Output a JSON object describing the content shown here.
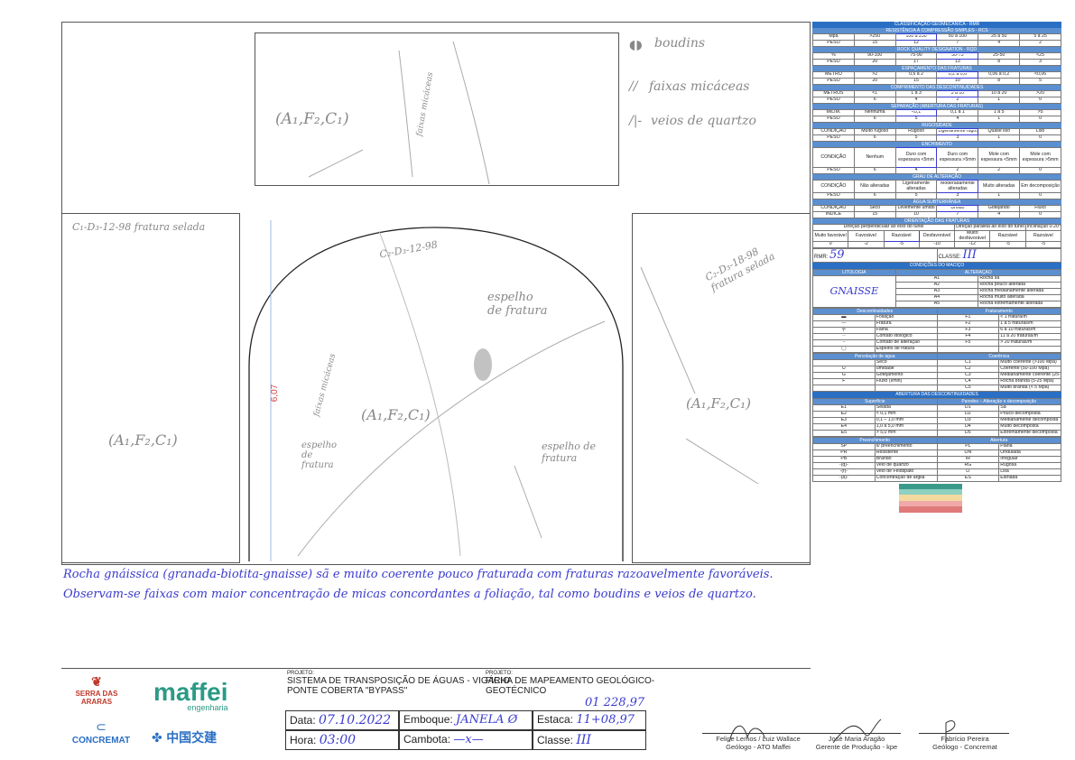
{
  "panels": {
    "top_label": "(A₁,F₂,C₁)",
    "top_vertical": "faixas micáceas",
    "left_caption": "C₁-D₃-12-98 fratura selada",
    "left_label": "(A₁,F₂,C₁)",
    "center_caption": "C₂-D₃-12-98",
    "center_label": "(A₁,F₂,C₁)",
    "center_note1": "espelho de fratura",
    "center_note2": "espelho de fratura",
    "center_note3": "espelho de fratura",
    "center_note4": "faixas micáceas",
    "right_caption": "C₂-D₃-18-98 fratura selada",
    "right_label": "(A₁,F₂,C₁)",
    "height_label": "6,07"
  },
  "legend": {
    "boudins": "boudins",
    "faixas": "faixas micáceas",
    "veios": "veios de quartzo"
  },
  "description": "Rocha gnáissica (granada-biotita-gnaisse) sã e muito coerente pouco fraturada com fraturas razoavelmente favoráveis. Observam-se faixas com maior concentração de micas concordantes a foliação, tal como boudins e veios de quartzo.",
  "sidebar": {
    "title": "CLASSIFICAÇÃO GEOMECÂNICA - RMR",
    "rcs": {
      "title": "RESISTÊNCIA À COMPRESSÃO SIMPLES - RCS",
      "unit": "Mpa",
      "peso": "PESO",
      "vals": [
        ">250",
        "100 a 250",
        "50 a 100",
        "25 a 50",
        "5 a 25"
      ],
      "pesos": [
        "15",
        "12",
        "7",
        "4",
        "2"
      ]
    },
    "rqd": {
      "title": "ROCK QUALITY DESIGNATION - RQD",
      "unit": "%",
      "vals": [
        "90-100",
        "75-90",
        "50-75",
        "25-50",
        "<25"
      ],
      "pesos": [
        "20",
        "17",
        "13",
        "8",
        "3"
      ]
    },
    "esp": {
      "title": "ESPAÇAMENTO DAS FRATURAS",
      "unit": "METRO",
      "vals": [
        ">2",
        "0,6 a 2",
        "0,2 a 0,6",
        "0,06 a 0,2",
        "<0,06"
      ],
      "pesos": [
        "20",
        "15",
        "10",
        "8",
        "5"
      ]
    },
    "comp": {
      "title": "COMPRIMENTO DAS DESCONTINUIDADES",
      "unit": "METROS",
      "vals": [
        "<1",
        "1 a 3",
        "3 a 10",
        "10 a 20",
        ">20"
      ],
      "pesos": [
        "6",
        "4",
        "2",
        "1",
        "0"
      ]
    },
    "ab": {
      "title": "SEPARAÇÃO (ABERTURA DAS FRATURAS)",
      "unit": "MILIM.",
      "vals": [
        "Nenhuma",
        "<0,1",
        "0,1 a 1",
        "1 a 5",
        ">5"
      ],
      "pesos": [
        "6",
        "5",
        "4",
        "1",
        "0"
      ]
    },
    "rug": {
      "title": "RUGOSIDADE",
      "unit": "CONDIÇÃO",
      "vals": [
        "Muito rugoso",
        "Rugoso",
        "Ligeiramente rugoso",
        "Quase liso",
        "Liso"
      ],
      "pesos": [
        "6",
        "5",
        "3",
        "1",
        "0"
      ]
    },
    "ench": {
      "title": "ENCHIMENTO",
      "unit": "CONDIÇÃO",
      "vals": [
        "Nenhum",
        "Duro com espessura <5mm",
        "Duro com espessura >5mm",
        "Mole com espessura <5mm",
        "Mole com espessura >5mm"
      ],
      "pesos": [
        "6",
        "4",
        "2",
        "2",
        "0"
      ]
    },
    "alt": {
      "title": "GRAU DE ALTERAÇÃO",
      "unit": "CONDIÇÃO",
      "vals": [
        "Não alteradas",
        "Ligeiramente alteradas",
        "Moderadamente alteradas",
        "Muito alteradas",
        "Em decomposição"
      ],
      "pesos": [
        "6",
        "5",
        "3",
        "1",
        "0"
      ]
    },
    "agua": {
      "title": "ÁGUA SUBTERRÂNEA",
      "unit": "CONDIÇÃO",
      "vals": [
        "Seco",
        "Levemente úmido",
        "Úmido",
        "Gotejando",
        "Fluxo"
      ],
      "unit2": "ÍNDICE",
      "pesos": [
        "15",
        "10",
        "7",
        "4",
        "0"
      ]
    },
    "orient": {
      "title": "ORIENTAÇÃO DAS FRATURAS",
      "dir_perp": "Direção perpendicular ao eixo do túnel",
      "dir_par": "Direção paralela ao eixo do túnel",
      "inc": "Inclinação 0-20°",
      "classes": [
        "Muito favorável",
        "Favorável",
        "Razoável",
        "Desfavorável",
        "Muito desfavorável",
        "Razoável",
        "Razoável"
      ],
      "pesos": [
        "0",
        "-2",
        "-5",
        "-10",
        "-12",
        "-5",
        "-5"
      ]
    },
    "rmr_label": "RMR:",
    "rmr_value": "59",
    "classe_label": "CLASSE:",
    "classe_value": "III",
    "cond_title": "CONDIÇÕES DO MACIÇO",
    "litologia": "LITOLOGIA",
    "alteracao": "ALTERAÇÃO",
    "lito_value": "GNAISSE",
    "alt_rows": [
      [
        "A1",
        "Rocha sã"
      ],
      [
        "A2",
        "Rocha pouco alterada"
      ],
      [
        "A3",
        "Rocha medianamente alterada"
      ],
      [
        "A4",
        "Rocha muito alterada"
      ],
      [
        "A5",
        "Rocha extremamente alterada"
      ]
    ],
    "desc_title": "Descontinuidades",
    "frat_title": "Fraturamento",
    "desc_rows": [
      [
        "Foliação",
        "F1",
        "< 1 fratura/m"
      ],
      [
        "Fratura",
        "F2",
        "1 a 5 fraturas/m"
      ],
      [
        "Falha",
        "F3",
        "6 a 10 fraturas/m"
      ],
      [
        "Contato litológico",
        "F4",
        "11 a 20 fraturas/m"
      ],
      [
        "Contato de alteração",
        "F5",
        "> 20 fraturas/m"
      ],
      [
        "Espelho de fratura",
        "",
        ""
      ]
    ],
    "perc_title": "Percolação de água",
    "coer_title": "Coerência",
    "perc_rows": [
      [
        "",
        "Seco",
        "C1",
        "Muito coerente (>100 Mpa)"
      ],
      [
        "U",
        "umidade",
        "C2",
        "Coerente (50-100 Mpa)"
      ],
      [
        "G",
        "Gotejamento",
        "C3",
        "Medianamente coerente (25-50 Mpa)"
      ],
      [
        "F",
        "Fluxo (l/min)",
        "C4",
        "Rocha branda (5-25 Mpa)"
      ],
      [
        "",
        "",
        "C5",
        "Muito branda (< 5 Mpa)"
      ]
    ],
    "aber_title": "ABERTURA DAS DESCONTINUIDADES",
    "sup_title": "Superfície",
    "par_title": "Paredes – Alteração e decomposição",
    "aber_rows": [
      [
        "E1",
        "Selada",
        "D1",
        "Sã"
      ],
      [
        "E2",
        "< 0,1 mm",
        "D2",
        "Pouco decomposta"
      ],
      [
        "E3",
        "0,1 – 1,0 mm",
        "D3",
        "Medianamente decomposta"
      ],
      [
        "E4",
        "1,0 a 5,0 mm",
        "D4",
        "Muito decomposta"
      ],
      [
        "E5",
        "> 5,0 mm",
        "D5",
        "Extremamente decomposta"
      ]
    ],
    "pre_title": "Preenchimento",
    "abt_title": "Abertura",
    "pre_rows": [
      [
        "SP",
        "s/ preenchimento",
        "PL",
        "Plana"
      ],
      [
        "PR",
        "Resistente",
        "ON",
        "Ondulada"
      ],
      [
        "PB",
        "Brando",
        "IR",
        "Irregular"
      ],
      [
        "-(q)-",
        "Veio de quartzo",
        "RG",
        "Rugosa"
      ],
      [
        "-(f)-",
        "Veio de Feldspato",
        "LI",
        "Lisa"
      ],
      [
        "-(a)-",
        "Concentração de argila",
        "ES",
        "Estriada"
      ]
    ]
  },
  "footer": {
    "logo_serra": "SERRA DAS ARARAS",
    "logo_maffei": "maffei",
    "logo_maffei_sub": "engenharia",
    "logo_concremat": "CONCREMAT",
    "logo_china": "中国交建",
    "projeto_label": "PROJETO:",
    "projeto": "SISTEMA DE TRANSPOSIÇÃO DE ÁGUAS - VIGÁRIO PONTE COBERTA \"BYPASS\"",
    "projeto2_label": "PROJETO:",
    "projeto2": "FICHA DE MAPEAMENTO GEOLÓGICO-GEOTÉCNICO",
    "ficha_no": "01 228,97",
    "data_label": "Data:",
    "data": "07.10.2022",
    "emboque_label": "Emboque:",
    "emboque": "JANELA Ø",
    "estaca_label": "Estaca:",
    "estaca": "11+08,97",
    "hora_label": "Hora:",
    "hora": "03:00",
    "cambota_label": "Cambota:",
    "cambota": "—x—",
    "classe_label": "Classe:",
    "classe": "III",
    "sig1_name": "Felipe Lemos / Luiz Wallace",
    "sig1_role": "Geólogo - ATO Maffei",
    "sig2_name": "José Maria Aragão",
    "sig2_role": "Gerente de Produção - kpe",
    "sig3_name": "Fabrício Pereira",
    "sig3_role": "Geólogo - Concremat"
  }
}
